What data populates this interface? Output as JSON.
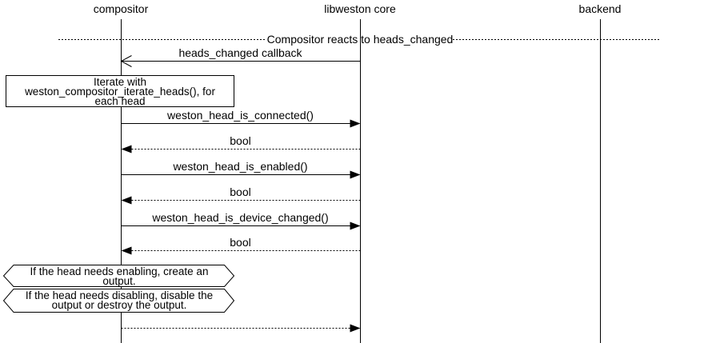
{
  "diagram": {
    "type": "uml-sequence-diagram",
    "colors": {
      "background": "#ffffff",
      "line": "#000000",
      "text": "#000000"
    },
    "actors": [
      {
        "label": "compositor"
      },
      {
        "label": "libweston core"
      },
      {
        "label": "backend"
      }
    ],
    "divider": {
      "label": "Compositor reacts to heads_changed"
    },
    "note_box": {
      "lines": [
        "Iterate with",
        "weston_compositor_iterate_heads(), for",
        "each head"
      ]
    },
    "messages": [
      {
        "label": "heads_changed callback",
        "from": "libweston core",
        "to": "compositor",
        "line": "solid",
        "arrowhead": "open"
      },
      {
        "label": "weston_head_is_connected()",
        "from": "compositor",
        "to": "libweston core",
        "line": "solid",
        "arrowhead": "filled"
      },
      {
        "label": "bool",
        "from": "libweston core",
        "to": "compositor",
        "line": "dotted",
        "arrowhead": "filled"
      },
      {
        "label": "weston_head_is_enabled()",
        "from": "compositor",
        "to": "libweston core",
        "line": "solid",
        "arrowhead": "filled"
      },
      {
        "label": "bool",
        "from": "libweston core",
        "to": "compositor",
        "line": "dotted",
        "arrowhead": "filled"
      },
      {
        "label": "weston_head_is_device_changed()",
        "from": "compositor",
        "to": "libweston core",
        "line": "solid",
        "arrowhead": "filled"
      },
      {
        "label": "bool",
        "from": "libweston core",
        "to": "compositor",
        "line": "dotted",
        "arrowhead": "filled"
      },
      {
        "label": "",
        "from": "compositor",
        "to": "libweston core",
        "line": "dotted",
        "arrowhead": "filled"
      }
    ],
    "hex_notes": [
      {
        "lines": [
          "If the head needs enabling,  create an",
          "output."
        ]
      },
      {
        "lines": [
          "If the head needs disabling, disable the",
          "output or destroy the output."
        ]
      }
    ]
  }
}
